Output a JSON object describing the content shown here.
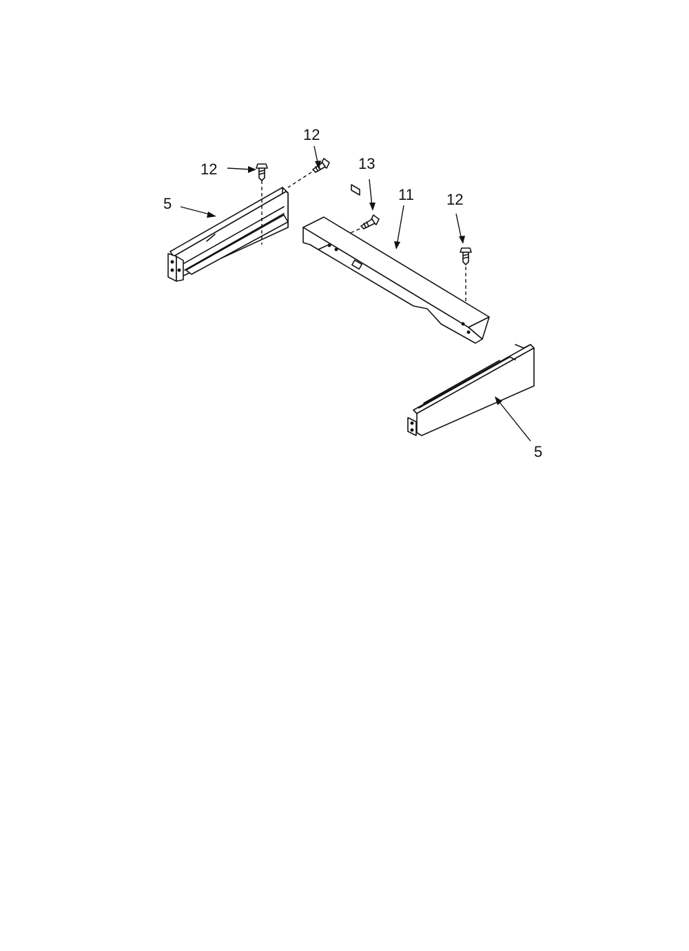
{
  "callouts": {
    "screw_top_label": "12",
    "screw_left_label": "12",
    "rail_left_label": "5",
    "screw_13_label": "13",
    "brace_label": "11",
    "screw_right_label": "12",
    "rail_right_label": "5"
  }
}
